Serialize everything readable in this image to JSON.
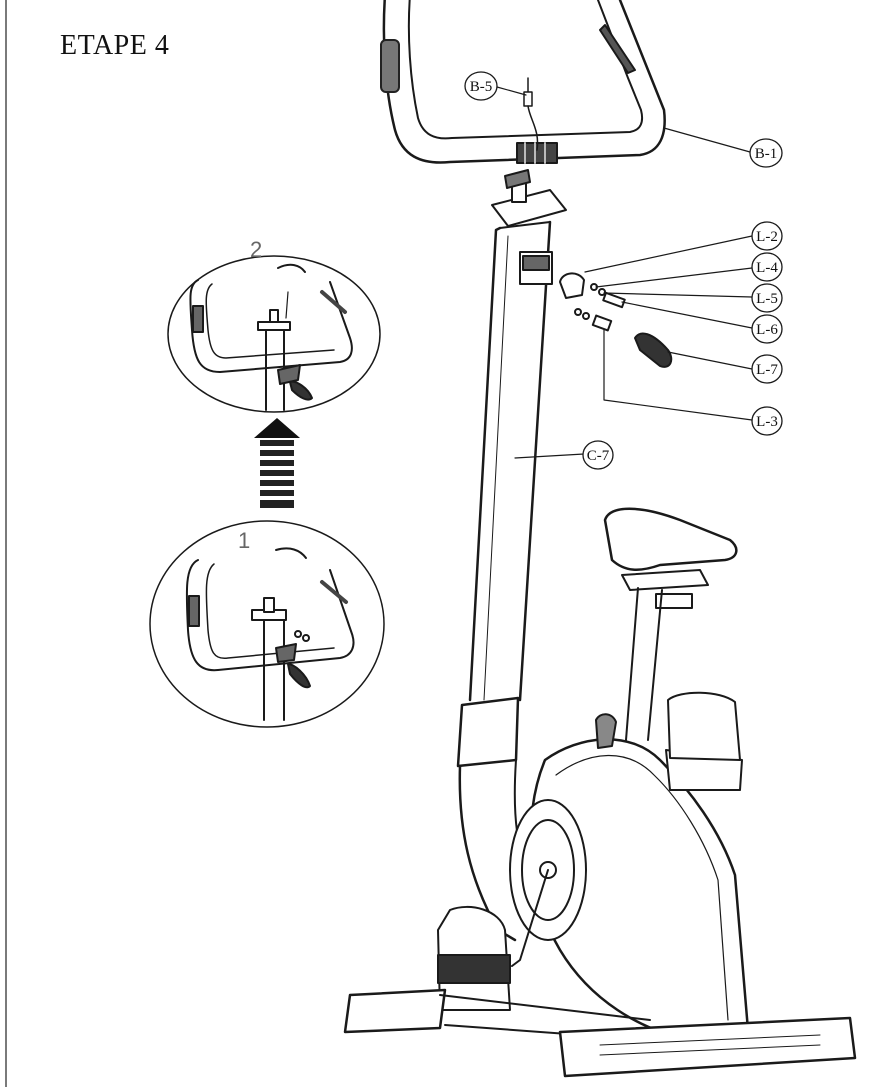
{
  "title": "ETAPE 4",
  "parts": {
    "b5": "B-5",
    "b1": "B-1",
    "l2": "L-2",
    "l4": "L-4",
    "l5": "L-5",
    "l6": "L-6",
    "l7": "L-7",
    "l3": "L-3",
    "c7": "C-7"
  },
  "detail_views": {
    "step_2": "2",
    "step_1": "1"
  }
}
